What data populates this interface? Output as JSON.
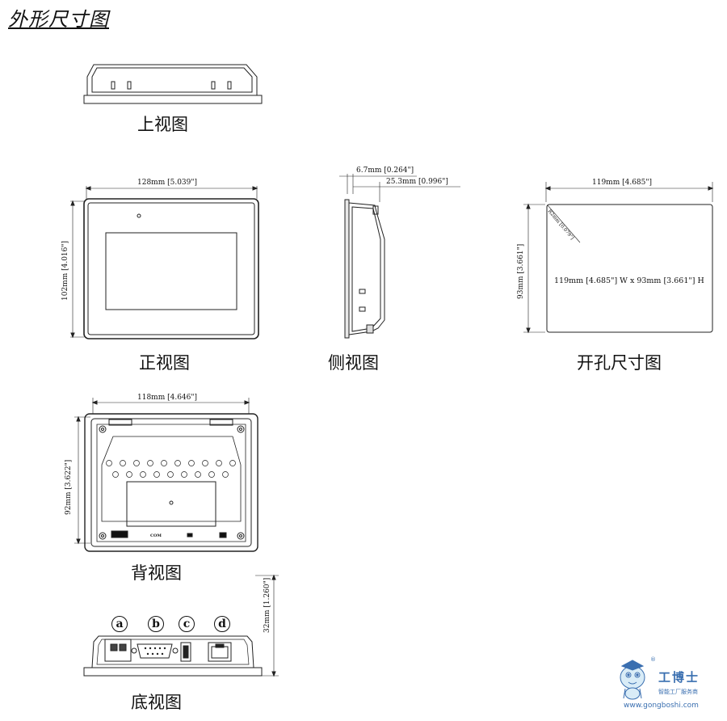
{
  "heading": "外形尺寸图",
  "views": {
    "top": "上视图",
    "front": "正视图",
    "side": "侧视图",
    "cutout": "开孔尺寸图",
    "back": "背视图",
    "bottom": "底视图"
  },
  "dims": {
    "front_width": "128mm [5.039\"]",
    "front_height": "102mm [4.016\"]",
    "side_a": "6.7mm [0.264\"]",
    "side_b": "25.3mm [0.996\"]",
    "cutout_width": "119mm [4.685\"]",
    "cutout_height": "93mm [3.661\"]",
    "cutout_corner": "R2mm [0.079\"]",
    "cutout_center": "119mm [4.685\"] W x 93mm [3.661\"] H",
    "back_width": "118mm [4.646\"]",
    "back_height": "92mm [3.622\"]",
    "bottom_height": "32mm [1.260\"]"
  },
  "callouts": [
    "a",
    "b",
    "c",
    "d"
  ],
  "back_labels": {
    "com": "COM"
  },
  "logo": {
    "name": "工博士",
    "tagline": "智能工厂服务商",
    "url": "www.gongboshi.com",
    "mark": "®"
  }
}
